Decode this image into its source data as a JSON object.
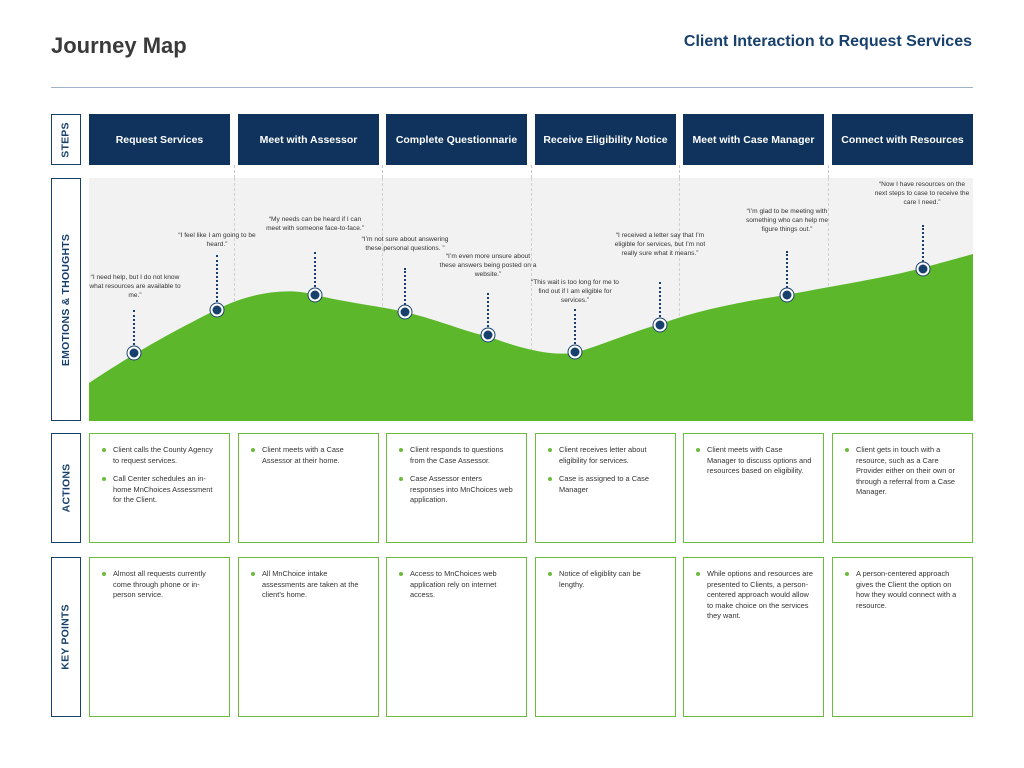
{
  "header": {
    "title": "Journey Map",
    "subtitle": "Client Interaction to Request Services"
  },
  "rows": {
    "steps": "STEPS",
    "emotions": "EMOTIONS & THOUGHTS",
    "actions": "ACTIONS",
    "key_points": "KEY POINTS"
  },
  "steps": [
    "Request Services",
    "Meet with Assessor",
    "Complete Questionnarie",
    "Receive Eligibility Notice",
    "Meet with Case Manager",
    "Connect with Resources"
  ],
  "emotions": [
    {
      "text": "“I need help, but I do not know what resources are available to me.”",
      "level": 0.28
    },
    {
      "text": "“I feel like I am going to be heard.”",
      "level": 0.45
    },
    {
      "text": "“My needs can be heard if I can meet with someone face-to-face.”",
      "level": 0.52
    },
    {
      "text": "“I’m not sure about answering these personal questions. ”",
      "level": 0.45
    },
    {
      "text": "“I’m even more unsure about these answers being posted on a website.”",
      "level": 0.35
    },
    {
      "text": "“This wait is too long for me to find out if I am eligible for services.”",
      "level": 0.28
    },
    {
      "text": "“I received a letter say that I’m eligible for services, but I’m not really sure what it means.”",
      "level": 0.4
    },
    {
      "text": "“I’m glad to be meeting with something who can help me figure things out.”",
      "level": 0.52
    },
    {
      "text": "“Now I have resources on the next steps to case to receive the care I need.”",
      "level": 0.62
    }
  ],
  "actions": [
    [
      "Client calls the County Agency to request services.",
      "Call Center schedules an in-home MnChoices Assessment for the Client."
    ],
    [
      "Client meets with a Case Assessor at their home."
    ],
    [
      "Client responds to questions from the Case Assessor.",
      "Case Assessor enters responses into MnChoices web application."
    ],
    [
      "Client receives letter about eligibility for services.",
      "Case is assigned to a Case Manager"
    ],
    [
      "Client meets with Case Manager to discuss options and resources based on eligibility."
    ],
    [
      "Client gets in touch with a resource, such as a Care Provider either on their own or through a referral from a Case Manager."
    ]
  ],
  "key_points": [
    [
      "Almost all requests currently come through phone or in-person service."
    ],
    [
      "All MnChoice intake assessments are taken at the client’s home."
    ],
    [
      "Access to MnChoices web application rely on internet access."
    ],
    [
      "Notice of eligiblity can be lengthy."
    ],
    [
      "While options and resources are presented to Clients, a person-centered approach would allow to make choice on the services they want."
    ],
    [
      "A person-centered approach gives the Client the option on how they would connect with a resource."
    ]
  ],
  "colors": {
    "navy": "#0f335c",
    "green": "#6cbb3c",
    "curve": "#5cb82a"
  }
}
